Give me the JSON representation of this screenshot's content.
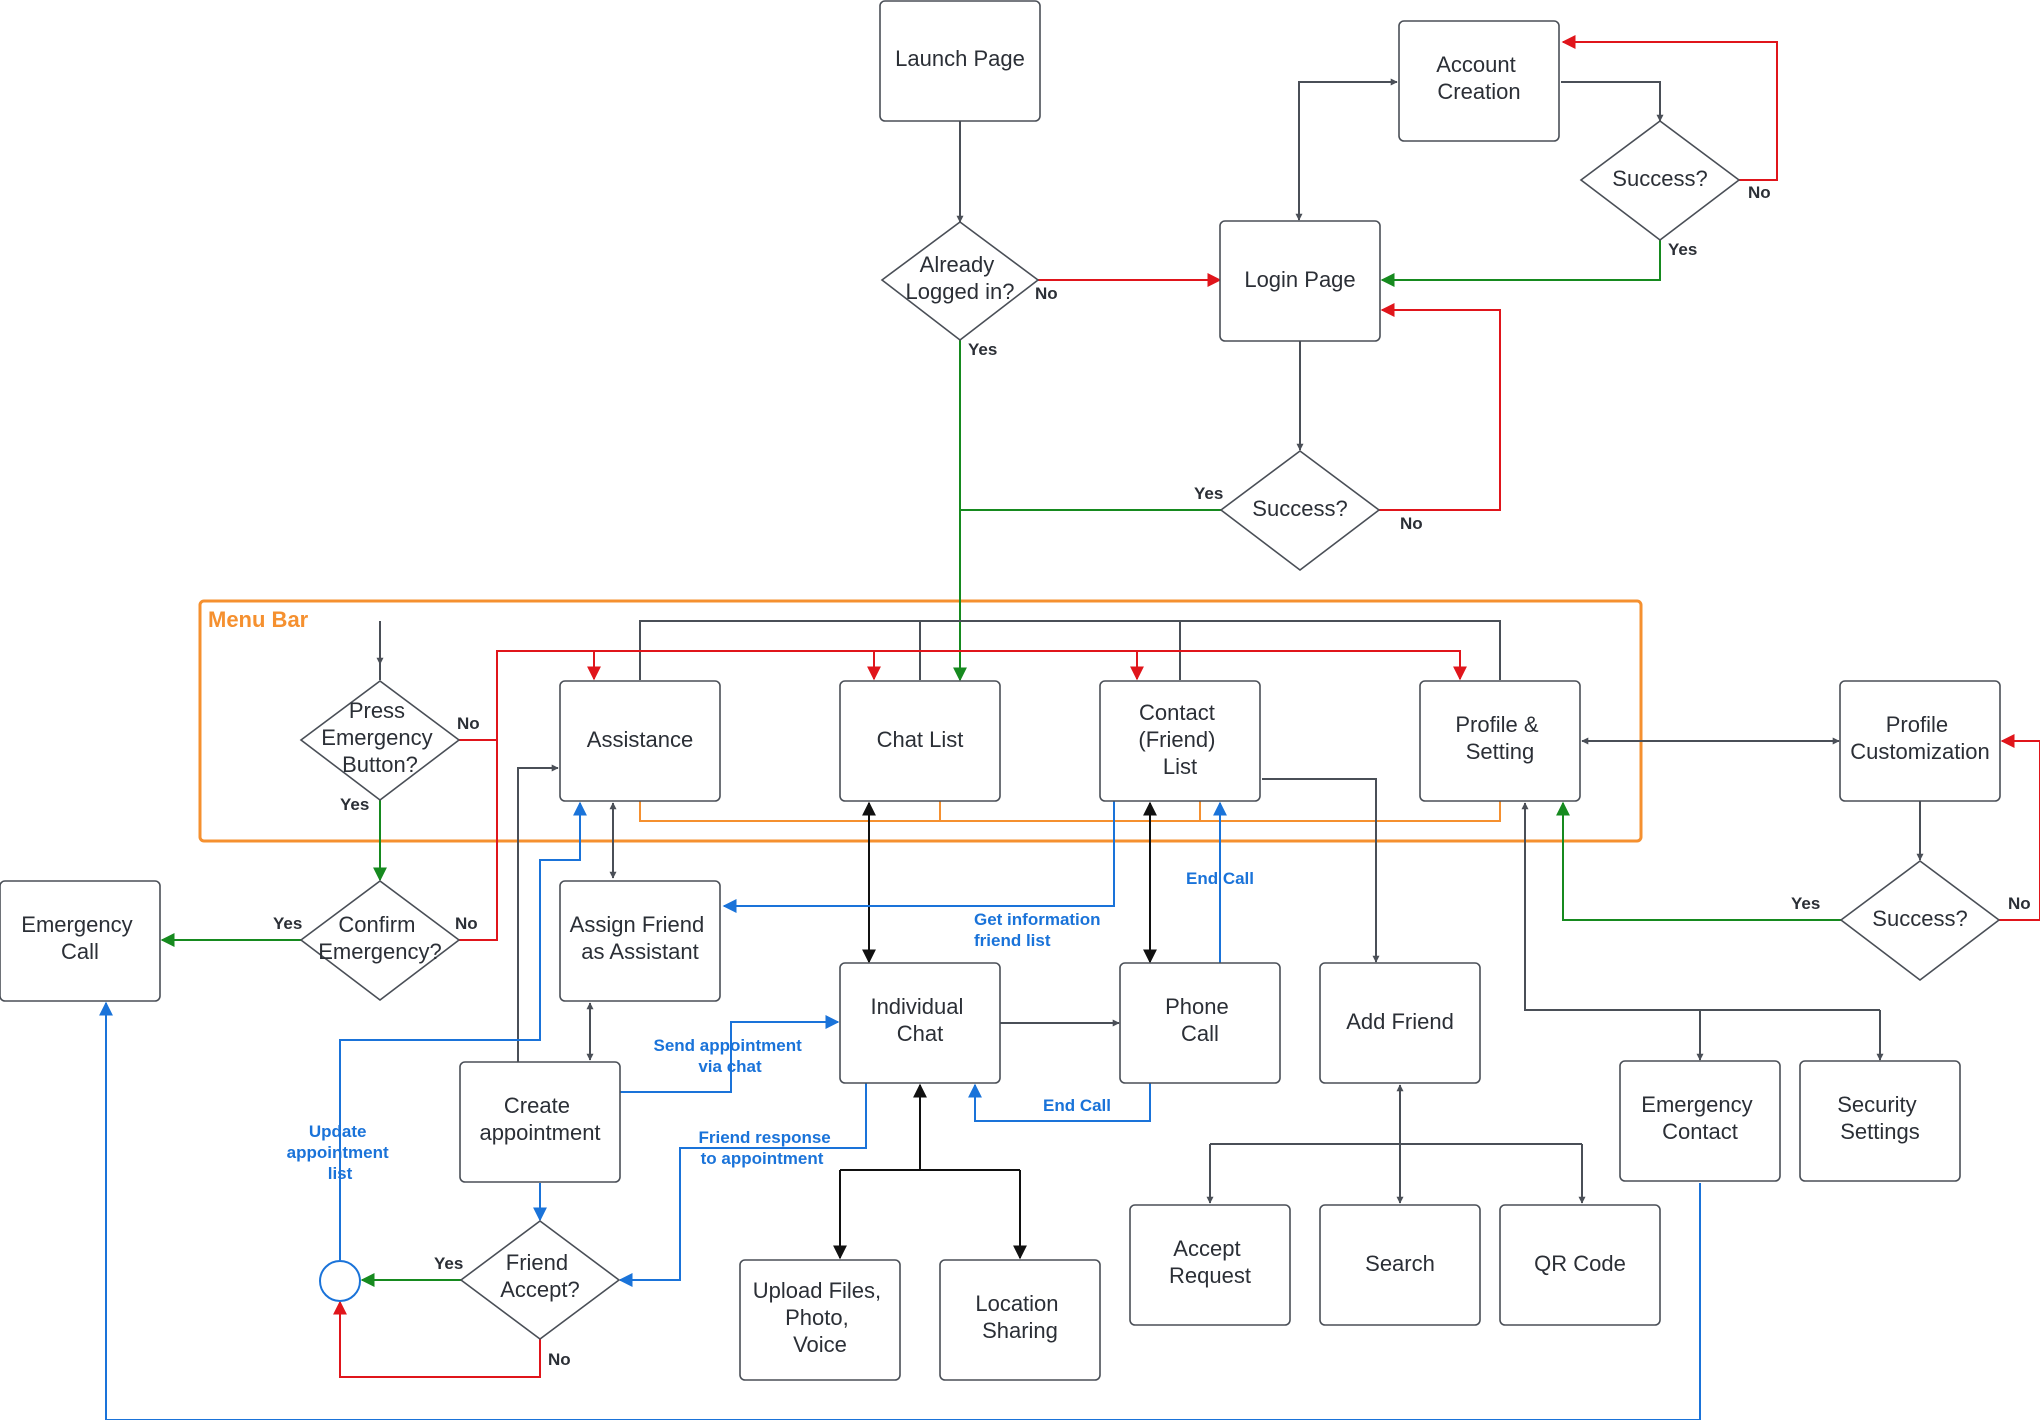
{
  "menu_bar": {
    "title": "Menu Bar"
  },
  "nodes": {
    "launch_page": "Launch Page",
    "account_creation": [
      "Account",
      "Creation"
    ],
    "success_account": "Success?",
    "already_logged_in": [
      "Already",
      "Logged in?"
    ],
    "login_page": "Login Page",
    "success_login": "Success?",
    "press_emergency": [
      "Press",
      "Emergency",
      "Button?"
    ],
    "assistance": "Assistance",
    "chat_list": "Chat List",
    "contact_list": [
      "Contact",
      "(Friend)",
      "List"
    ],
    "profile_setting": [
      "Profile &",
      "Setting"
    ],
    "profile_customization": [
      "Profile",
      "Customization"
    ],
    "success_profile": "Success?",
    "emergency_call": [
      "Emergency",
      "Call"
    ],
    "confirm_emergency": [
      "Confirm",
      "Emergency?"
    ],
    "assign_friend": [
      "Assign Friend",
      "as Assistant"
    ],
    "individual_chat": [
      "Individual",
      "Chat"
    ],
    "phone_call": [
      "Phone",
      "Call"
    ],
    "add_friend": "Add Friend",
    "emergency_contact": [
      "Emergency",
      "Contact"
    ],
    "security_settings": [
      "Security",
      "Settings"
    ],
    "create_appointment": [
      "Create",
      "appointment"
    ],
    "friend_accept": [
      "Friend",
      "Accept?"
    ],
    "upload_files": [
      "Upload Files,",
      "Photo,",
      "Voice"
    ],
    "location_sharing": [
      "Location",
      "Sharing"
    ],
    "accept_request": [
      "Accept",
      "Request"
    ],
    "search": "Search",
    "qr_code": "QR Code"
  },
  "labels": {
    "yes": "Yes",
    "no": "No",
    "get_info": [
      "Get information",
      "friend list"
    ],
    "end_call_top": "End Call",
    "end_call_bottom": "End Call",
    "send_appointment": [
      "Send appointment",
      "via chat"
    ],
    "friend_response": [
      "Friend response",
      "to appointment"
    ],
    "update_appointment": [
      "Update",
      "appointment",
      "list"
    ]
  },
  "colors": {
    "node_border": "#4a4f57",
    "yes_path": "#168a1f",
    "no_path": "#e0151b",
    "info_path": "#1a73d9",
    "menu_bar": "#f5902f"
  }
}
